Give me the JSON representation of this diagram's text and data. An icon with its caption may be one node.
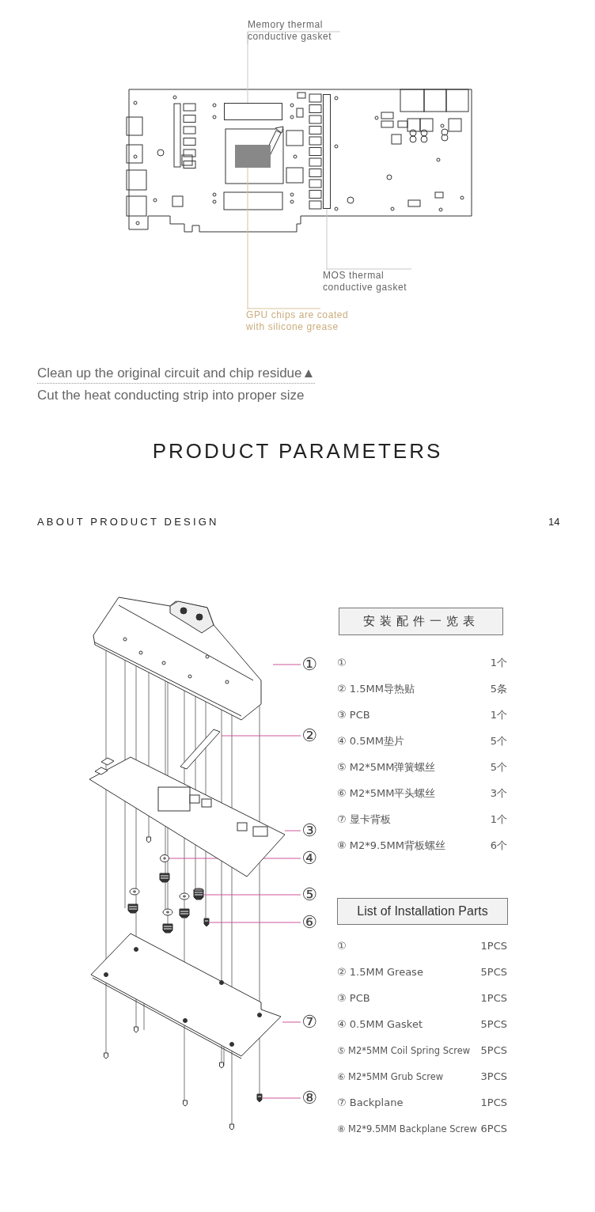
{
  "diagram": {
    "nodes": [
      {
        "text": [
          "Memory thermal conductive gasket"
        ]
      },
      {
        "text": [],
        "shape": "box"
      },
      {
        "text": [
          "MOS thermal conductive gasket"
        ]
      },
      {
        "text": [],
        "shape": "bar"
      },
      {
        "text": [
          "GPU chips are coated with silicone grease"
        ]
      },
      {
        "text": [],
        "shape": "box"
      },
      {
        "text": [
          "①"
        ]
      },
      {
        "text": [
          "②"
        ]
      },
      {
        "text": [
          "③"
        ]
      },
      {
        "text": [
          "④"
        ]
      },
      {
        "text": [
          "⑤"
        ]
      },
      {
        "text": [
          "⑥"
        ]
      },
      {
        "text": [
          "⑦"
        ]
      },
      {
        "text": [
          "⑧"
        ]
      },
      {
        "text": [],
        "shape": "picture"
      },
      {
        "text": [],
        "shape": "picture"
      },
      {
        "text": [],
        "shape": "picture"
      },
      {
        "text": [],
        "shape": "picture"
      },
      {
        "text": [],
        "shape": "picture"
      },
      {
        "text": [],
        "shape": "picture"
      },
      {
        "text": [],
        "shape": "picture"
      },
      {
        "text": [],
        "shape": "picture"
      },
      {
        "text": [
          "安装配件一览表"
        ]
      },
      {
        "text": [
          "List of Installation Parts"
        ]
      }
    ],
    "edges": [
      {
        "from": 0,
        "to": 1,
        "arrow": "none",
        "color": "#c8c8c8"
      },
      {
        "from": 2,
        "to": 3,
        "arrow": "none",
        "color": "#c8c8c8"
      },
      {
        "from": 4,
        "to": 5,
        "arrow": "none",
        "color": "#d8c29a"
      },
      {
        "from": 6,
        "to": 14,
        "arrow": "none"
      },
      {
        "from": 7,
        "to": 15,
        "arrow": "none"
      },
      {
        "from": 8,
        "to": 16,
        "arrow": "none"
      },
      {
        "from": 9,
        "to": 17,
        "arrow": "none"
      },
      {
        "from": 10,
        "to": 18,
        "arrow": "none"
      },
      {
        "from": 11,
        "to": 19,
        "arrow": "none"
      },
      {
        "from": 12,
        "to": 20,
        "arrow": "none"
      },
      {
        "from": 13,
        "to": 21,
        "arrow": "none"
      }
    ],
    "labels": [
      "Clean up the original circuit and chip residue▲",
      "Cut the heat conducting strip into proper size",
      "PRODUCT PARAMETERS",
      "ABOUT PRODUCT DESIGN",
      "14",
      "①",
      "1个",
      "② 1.5MM导热贴",
      "5条",
      "③ PCB",
      "1个",
      "④ 0.5MM垫片",
      "5个",
      "⑤ M2*5MM弹簧螺丝",
      "5个",
      "⑥ M2*5MM平头螺丝",
      "3个",
      "⑦ 显卡背板",
      "1个",
      "⑧ M2*9.5MM背板螺丝",
      "6个",
      "①",
      "1PCS",
      "② 1.5MM Grease",
      "5PCS",
      "③ PCB",
      "1PCS",
      "④ 0.5MM Gasket",
      "5PCS",
      "⑤ M2*5MM Coil Spring Screw",
      "5PCS",
      "⑥ M2*5MM Grub Screw",
      "3PCS",
      "⑦ Backplane",
      "1PCS",
      "⑧ M2*9.5MM Backplane Screw",
      "6PCS"
    ]
  }
}
